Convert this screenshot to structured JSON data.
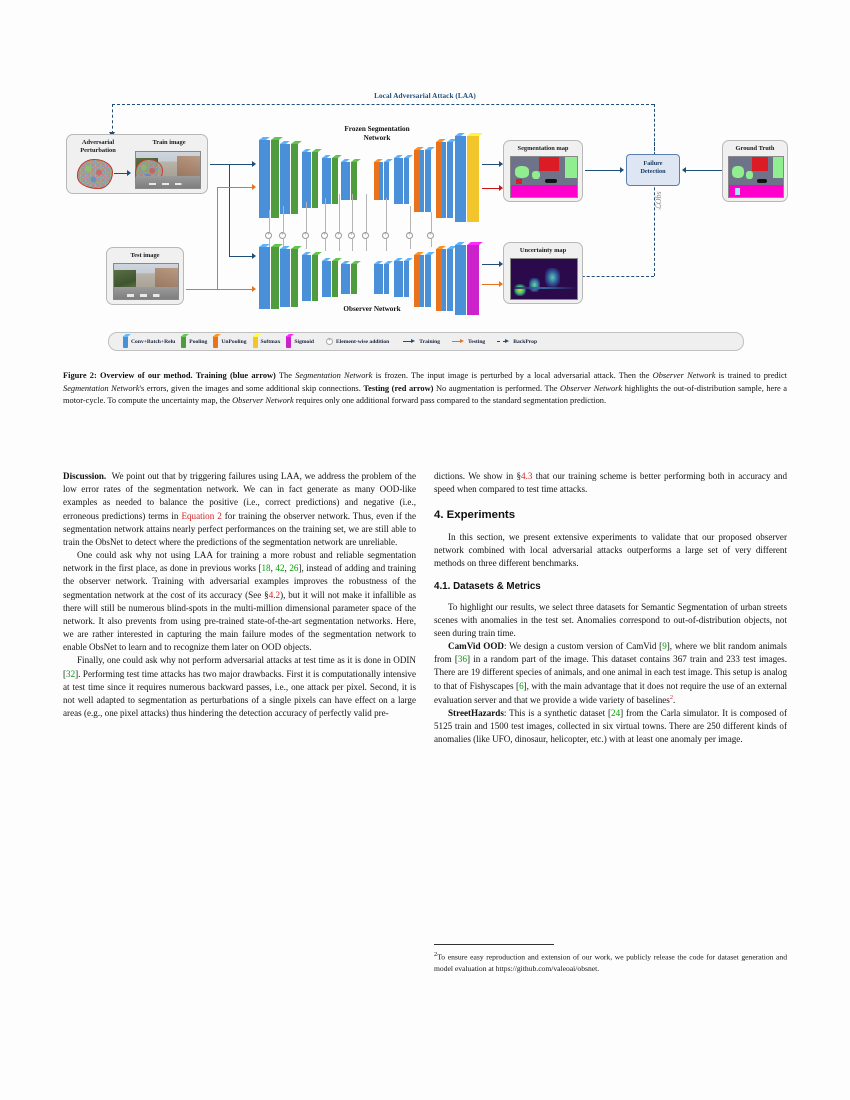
{
  "figure": {
    "laa_title": "Local Adversarial Attack (LAA)",
    "frozen_net_line1": "Frozen Segmentation",
    "frozen_net_line2": "Network",
    "observer_net": "Observer Network",
    "loss_label": "ℒObs",
    "cards": {
      "adversarial_perturbation_line1": "Adversarial",
      "adversarial_perturbation_line2": "Perturbation",
      "train_image": "Train image",
      "test_image": "Test image",
      "segmentation_map": "Segmentation map",
      "ground_truth": "Ground Truth",
      "uncertainty_map": "Uncertainty map"
    },
    "failure_detection_line1": "Failure",
    "failure_detection_line2": "Detection",
    "legend": [
      {
        "label": "Conv+Batch+Relu",
        "kind": "swatch",
        "color": "#4a90d9"
      },
      {
        "label": "Pooling",
        "kind": "swatch",
        "color": "#4f9c3f"
      },
      {
        "label": "UnPooling",
        "kind": "swatch",
        "color": "#e8731c"
      },
      {
        "label": "Softmax",
        "kind": "swatch",
        "color": "#f2c52b"
      },
      {
        "label": "Sigmoid",
        "kind": "swatch",
        "color": "#cc22cc"
      },
      {
        "label": "Element-wise addition",
        "kind": "circle-plus",
        "color": "#9a9a9a"
      },
      {
        "label": "Training",
        "kind": "arrow",
        "color": "#1F4E79"
      },
      {
        "label": "Testing",
        "kind": "arrow",
        "color": "#e8731c"
      },
      {
        "label": "BackProp",
        "kind": "arrow-dashed",
        "color": "#1F4E79"
      }
    ],
    "colors": {
      "conv": "#4a90d9",
      "pooling": "#4f9c3f",
      "unpooling": "#e8731c",
      "softmax": "#f2c52b",
      "sigmoid": "#cc22cc",
      "training_arrow": "#1F4E79",
      "testing_arrow": "#e8731c",
      "backprop_arrow": "#1F4E79",
      "red_arrow": "#cc1111"
    }
  },
  "caption": {
    "prefix": "Figure 2: Overview of our method. Training (blue arrow)",
    "figure_number": "Figure 2:",
    "title": "Overview of our method.",
    "training_bold": "Training (blue arrow)",
    "testing_bold": "Testing (red arrow)",
    "text": "Figure 2: Overview of our method. Training (blue arrow) The Segmentation Network is frozen. The input image is perturbed by a local adversarial attack. Then the Observer Network is trained to predict Segmentation Network's errors, given the images and some additional skip connections. Testing (red arrow) No augmentation is performed. The Observer Network highlights the out-of-distribution sample, here a motor-cycle. To compute the uncertainty map, the Observer Network requires only one additional forward pass compared to the standard segmentation prediction."
  },
  "left_column": {
    "discussion_label": "Discussion.",
    "para1_a": "We point out that by triggering failures using LAA, we address the problem of the low error rates of the segmentation network. We can in fact generate as many OOD-like examples as needed to balance the positive (i.e., correct predictions) and negative (i.e., erroneous predictions) terms in ",
    "equation_ref": "Equation 2",
    "para1_b": " for training the observer network. Thus, even if the segmentation network attains nearly perfect performances on the training set, we are still able to train the ObsNet to detect where the predictions of the segmentation network are unreliable.",
    "para2_a": "One could ask why not using LAA for training a more robust and reliable segmentation network in the first place, as done in previous works [",
    "ref_18": "18",
    "ref_42": "42",
    "ref_26": "26",
    "para2_b": "], instead of adding and training the observer network. Training with adversarial examples improves the robustness of the segmentation network at the cost of its accuracy (See §",
    "ref_42_sec": "4.2",
    "para2_c": "), but it will not make it infallible as there will still be numerous blind-spots in the multi-million dimensional parameter space of the network. It also prevents from using pre-trained state-of-the-art segmentation networks. Here, we are rather interested in capturing the main failure modes of the segmentation network to enable ObsNet to learn and to recognize them later on OOD objects.",
    "para3_a": "Finally, one could ask why not perform adversarial attacks at test time as it is done in ODIN [",
    "ref_32": "32",
    "para3_b": "]. Performing test time attacks has two major drawbacks. First it is computationally intensive at test time since it requires numerous backward passes, i.e., one attack per pixel. Second, it is not well adapted to segmentation as perturbations of a single pixels can have effect on a large areas (e.g., one pixel attacks) thus hindering the detection accuracy of perfectly valid pre-"
  },
  "right_column": {
    "para_cont_a": "dictions. We show in §",
    "ref_43": "4.3",
    "para_cont_b": " that our training scheme is better performing both in accuracy and speed when compared to test time attacks.",
    "section_experiments": "4. Experiments",
    "para_exp": "In this section, we present extensive experiments to validate that our proposed observer network combined with local adversarial attacks outperforms a large set of very different methods on three different benchmarks.",
    "subsection_datasets": "4.1. Datasets & Metrics",
    "para_datasets": "To highlight our results, we select three datasets for Semantic Segmentation of urban streets scenes with anomalies in the test set. Anomalies correspond to out-of-distribution objects, not seen during train time.",
    "camvid_label": "CamVid OOD",
    "camvid_a": ": We design a custom version of CamVid [",
    "ref_9": "9",
    "camvid_b": "], where we blit random animals from [",
    "ref_36": "36",
    "camvid_c": "] in a random part of the image. This dataset contains 367 train and 233 test images. There are 19 different species of animals, and one animal in each test image. This setup is analog to that of Fishyscapes [",
    "ref_6": "6",
    "camvid_d": "], with the main advantage that it does not require the use of an external evaluation server and that we provide a wide variety of baselines",
    "footnote_marker": "2",
    "camvid_e": ".",
    "streethazards_label": "StreetHazards",
    "sh_a": ": This is a synthetic dataset [",
    "ref_24": "24",
    "sh_b": "] from the Carla simulator. It is composed of 5125 train and 1500 test images, collected in six virtual towns. There are 250 different kinds of anomalies (like UFO, dinosaur, helicopter, etc.) with at least one anomaly per image."
  },
  "footnote": {
    "marker": "2",
    "text": "To ensure easy reproduction and extension of our work, we publicly release the code for dataset generation and model evaluation at https://github.com/valeoai/obsnet."
  }
}
